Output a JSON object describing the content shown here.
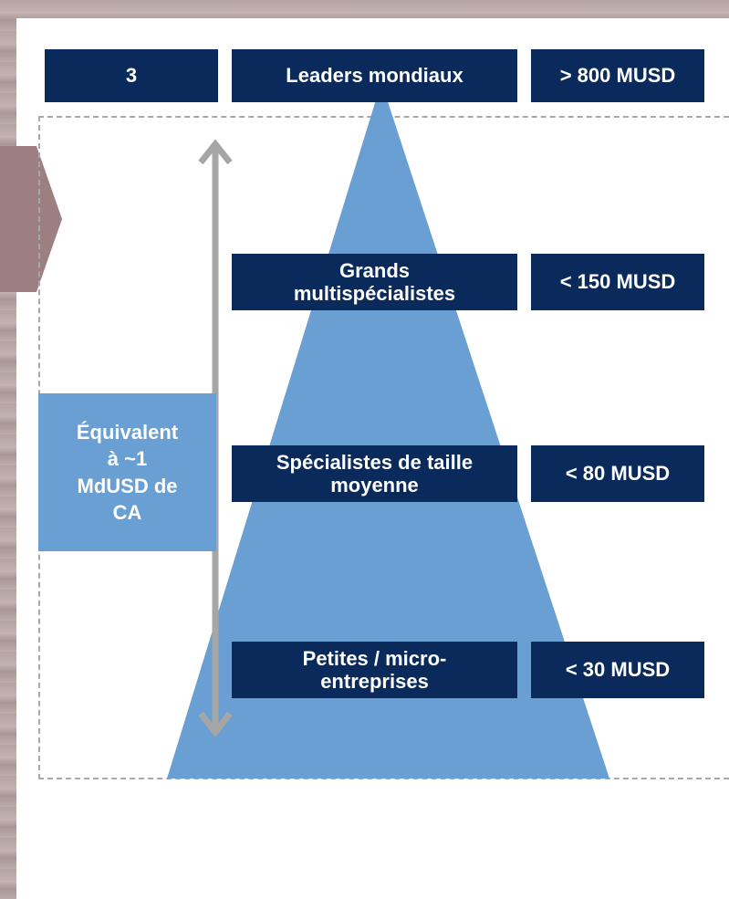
{
  "rows": [
    {
      "count": "3",
      "segment": "Leaders mondiaux",
      "threshold": "> 800 MUSD"
    },
    {
      "segment": "Grands multispécialistes",
      "threshold": "< 150 MUSD"
    },
    {
      "segment": "Spécialistes de taille moyenne",
      "threshold": "< 80 MUSD"
    },
    {
      "segment": "Petites / micro-entreprises",
      "threshold": "< 30 MUSD"
    }
  ],
  "side_label": "Équivalent à ~1 MdUSD de CA",
  "colors": {
    "navy": "#0a2a5c",
    "pyramid": "#6a9fd3",
    "arrow": "#a6a6a6",
    "dashes": "#a8a8a8",
    "chevron": "#9e7f81"
  }
}
